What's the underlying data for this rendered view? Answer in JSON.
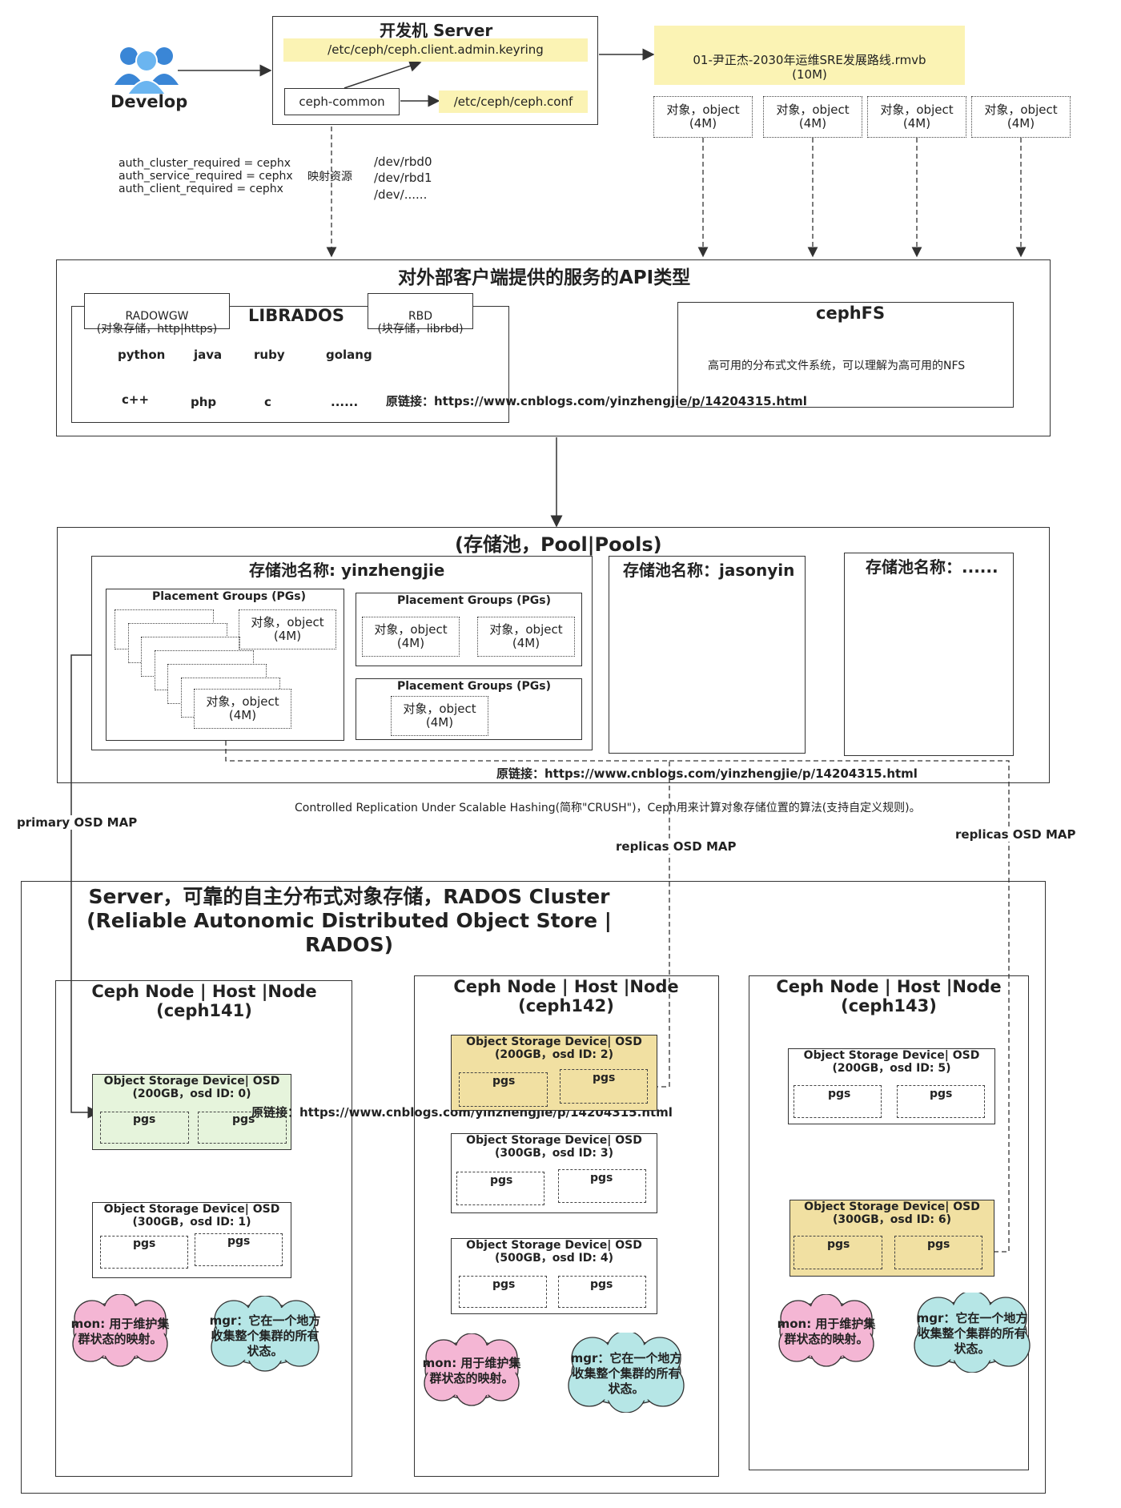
{
  "develop": {
    "label": "Develop"
  },
  "server": {
    "title": "开发机 Server",
    "keyring": "/etc/ceph/ceph.client.admin.keyring",
    "ceph_common": "ceph-common",
    "conf": "/etc/ceph/ceph.conf"
  },
  "file_note": "01-尹正杰-2030年运维SRE发展路线.rmvb\n(10M)",
  "object_4m": "对象，object\n(4M)",
  "object_stack_label": "对象，object",
  "auth": "auth_cluster_required = cephx\nauth_service_required = cephx\nauth_client_required = cephx",
  "map_resource": "映射资源",
  "devices": "/dev/rbd0\n/dev/rbd1\n/dev/......",
  "api": {
    "title": "对外部客户端提供的服务的API类型",
    "radowgw": "RADOWGW\n(对象存储，http|https)",
    "librados": "LIBRADOS",
    "rbd": "RBD\n(块存储，librbd)",
    "langs": [
      "python",
      "java",
      "ruby",
      "golang",
      "c++",
      "php",
      "c",
      "......"
    ],
    "cephfs_title": "cephFS",
    "cephfs_desc": "高可用的分布式文件系统，可以理解为高可用的NFS"
  },
  "source_link": "原链接：https://www.cnblogs.com/yinzhengjie/p/14204315.html",
  "pools": {
    "title": "(存储池，Pool|Pools)",
    "pool1": "存储池名称: yinzhengjie",
    "pool2": "存储池名称：jasonyin",
    "pool3": "存储池名称：......",
    "pgs_label": "Placement Groups (PGs)"
  },
  "crush": "Controlled Replication Under Scalable Hashing(简称\"CRUSH\")，Ceph用来计算对象存储位置的算法(支持自定义规则)。",
  "primary_osd_map": "primary OSD MAP",
  "replicas_osd_map": "replicas OSD MAP",
  "rados": {
    "title": "Server，可靠的自主分布式对象存储，RADOS Cluster\n(Reliable Autonomic Distributed Object Store | RADOS)"
  },
  "nodes": [
    {
      "title": "Ceph Node | Host |Node\n(ceph141)",
      "osds": [
        {
          "label": "Object Storage Device| OSD\n(200GB，osd ID: 0)"
        },
        {
          "label": "Object Storage Device| OSD\n(300GB，osd ID: 1)"
        }
      ]
    },
    {
      "title": "Ceph Node | Host |Node\n(ceph142)",
      "osds": [
        {
          "label": "Object Storage Device| OSD\n(200GB，osd ID: 2)"
        },
        {
          "label": "Object Storage Device| OSD\n(300GB，osd ID: 3)"
        },
        {
          "label": "Object Storage Device| OSD\n(500GB，osd ID: 4)"
        }
      ]
    },
    {
      "title": "Ceph Node | Host |Node\n(ceph143)",
      "osds": [
        {
          "label": "Object Storage Device| OSD\n(200GB，osd ID: 5)"
        },
        {
          "label": "Object Storage Device| OSD\n(300GB，osd ID: 6)"
        }
      ]
    }
  ],
  "pgs": "pgs",
  "mon": "mon: 用于维护集\n群状态的映射。",
  "mgr": "mgr：它在一个地方\n收集整个集群的所有\n状态。",
  "colors": {
    "note": "#fbf3b4",
    "green": "#e6f4dc",
    "yellow": "#f1e0a2",
    "mon": "#f4b6d4",
    "mgr": "#b6e6e6",
    "user": "#3a86d6"
  }
}
